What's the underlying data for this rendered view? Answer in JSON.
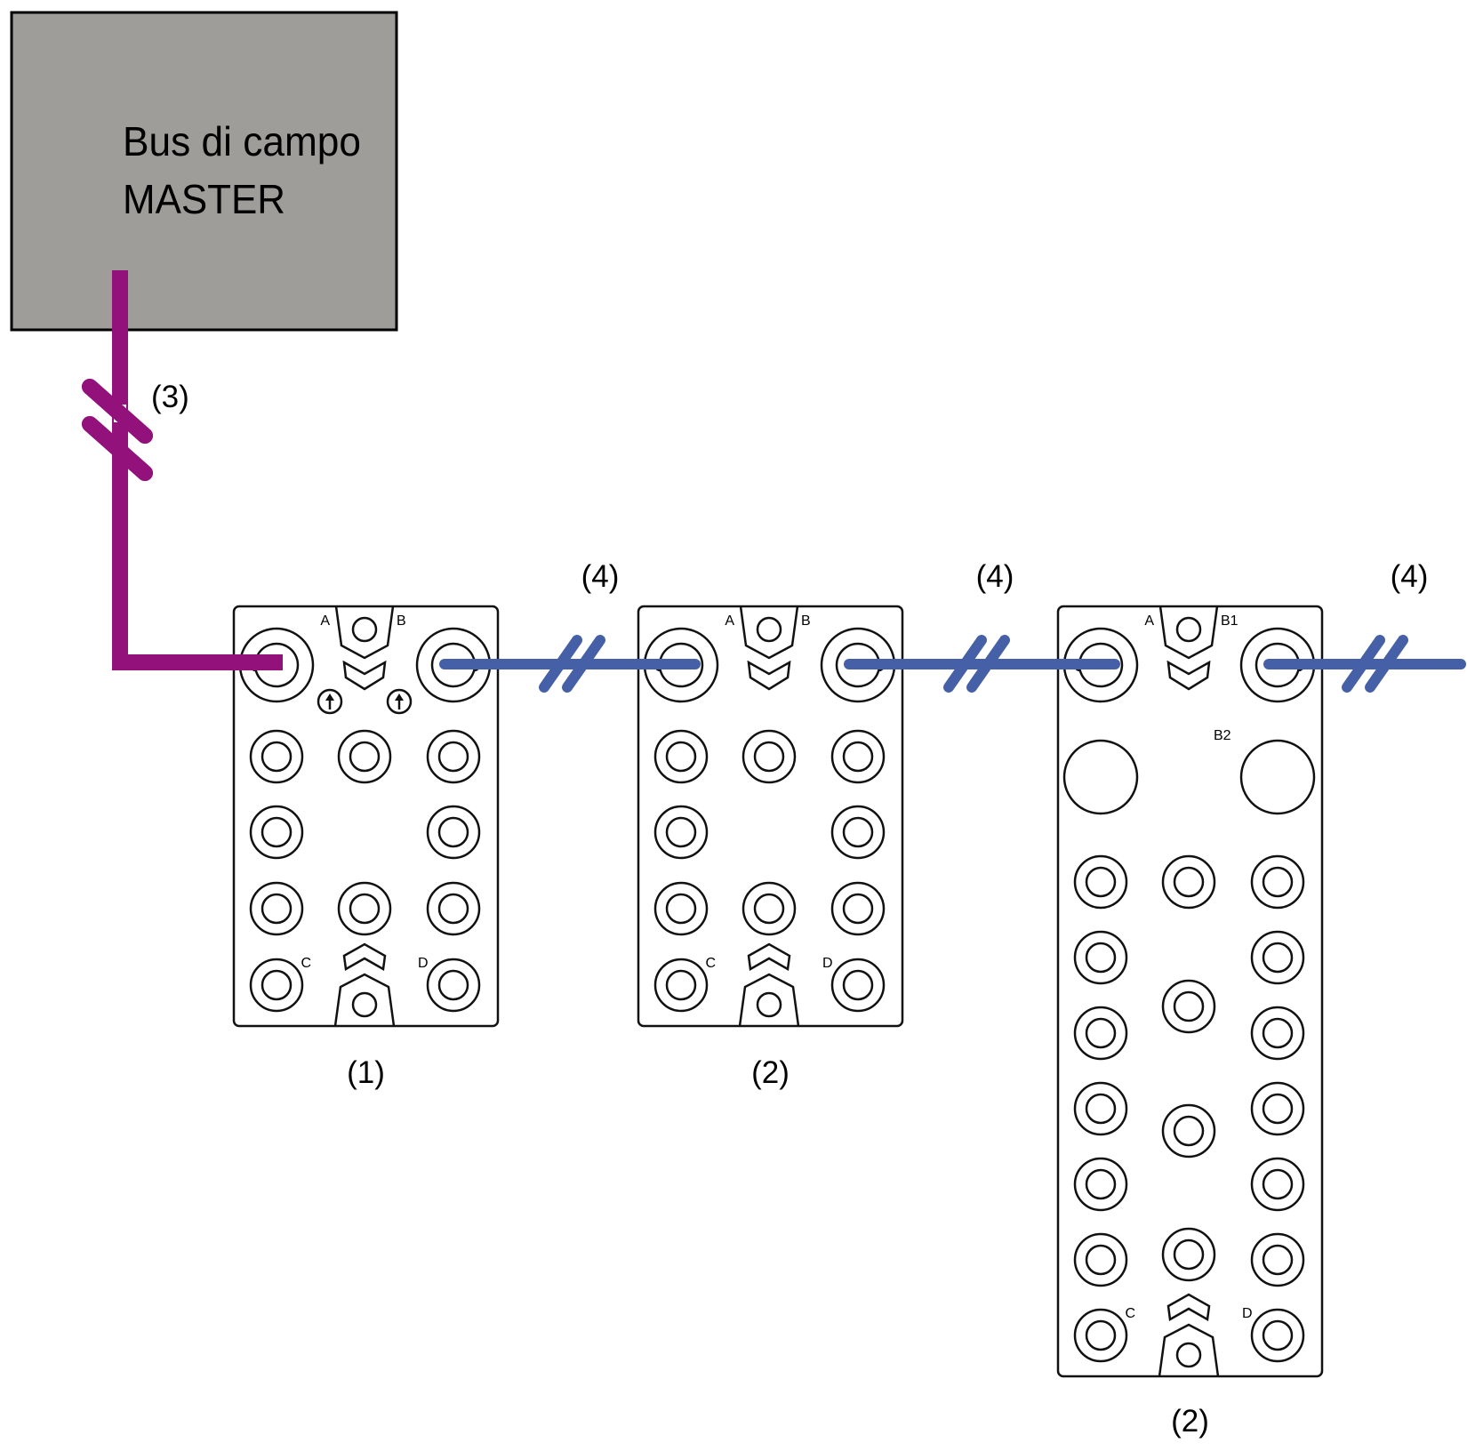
{
  "master": {
    "title_line1": "Bus di campo",
    "title_line2": "MASTER",
    "fill_color": "#9e9d99"
  },
  "cables": {
    "fieldbus": {
      "label": "(3)",
      "color": "#92117a"
    },
    "links": [
      {
        "label": "(4)",
        "color": "#4560a6"
      },
      {
        "label": "(4)",
        "color": "#4560a6"
      },
      {
        "label": "(4)",
        "color": "#4560a6"
      }
    ]
  },
  "modules": [
    {
      "label": "(1)",
      "port_labels": {
        "a": "A",
        "b": "B",
        "c": "C",
        "d": "D"
      },
      "has_arrows": true,
      "variant": "short"
    },
    {
      "label": "(2)",
      "port_labels": {
        "a": "A",
        "b": "B",
        "c": "C",
        "d": "D"
      },
      "has_arrows": false,
      "variant": "short"
    },
    {
      "label": "(2)",
      "port_labels": {
        "a": "A",
        "b": "B1",
        "b2": "B2",
        "c": "C",
        "d": "D"
      },
      "has_arrows": false,
      "variant": "long"
    }
  ]
}
